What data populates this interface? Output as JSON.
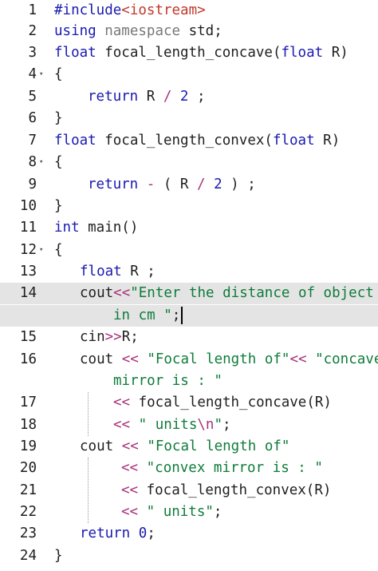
{
  "editor": {
    "lines": [
      {
        "n": "1",
        "t": [
          {
            "s": "#include",
            "c": "pp"
          },
          {
            "s": "<iostream>",
            "c": "inc"
          }
        ]
      },
      {
        "n": "2",
        "t": [
          {
            "s": "using",
            "c": "kw"
          },
          {
            "s": " "
          },
          {
            "s": "namespace",
            "c": "ns"
          },
          {
            "s": " std;"
          }
        ]
      },
      {
        "n": "3",
        "t": [
          {
            "s": "float",
            "c": "kw"
          },
          {
            "s": " focal_length_concave("
          },
          {
            "s": "float",
            "c": "kw"
          },
          {
            "s": " R)"
          }
        ]
      },
      {
        "n": "4",
        "fold": true,
        "t": [
          {
            "s": "{"
          }
        ]
      },
      {
        "n": "5",
        "t": [
          {
            "s": "return",
            "c": "kw"
          },
          {
            "s": " R "
          },
          {
            "s": "/",
            "c": "op"
          },
          {
            "s": " "
          },
          {
            "s": "2",
            "c": "num"
          },
          {
            "s": " ;"
          }
        ]
      },
      {
        "n": "6",
        "t": [
          {
            "s": "}"
          }
        ]
      },
      {
        "n": "7",
        "t": [
          {
            "s": "float",
            "c": "kw"
          },
          {
            "s": " focal_length_convex("
          },
          {
            "s": "float",
            "c": "kw"
          },
          {
            "s": " R)"
          }
        ]
      },
      {
        "n": "8",
        "fold": true,
        "t": [
          {
            "s": "{"
          }
        ]
      },
      {
        "n": "9",
        "t": [
          {
            "s": "return",
            "c": "kw"
          },
          {
            "s": " "
          },
          {
            "s": "-",
            "c": "op"
          },
          {
            "s": " ( R "
          },
          {
            "s": "/",
            "c": "op"
          },
          {
            "s": " "
          },
          {
            "s": "2",
            "c": "num"
          },
          {
            "s": " ) ;"
          }
        ]
      },
      {
        "n": "10",
        "t": [
          {
            "s": "}"
          }
        ]
      },
      {
        "n": "11",
        "t": [
          {
            "s": "int",
            "c": "kw"
          },
          {
            "s": " main()"
          }
        ]
      },
      {
        "n": "12",
        "fold": true,
        "t": [
          {
            "s": "{"
          }
        ]
      },
      {
        "n": "13",
        "t": [
          {
            "s": "float",
            "c": "kw"
          },
          {
            "s": " R ;"
          }
        ]
      },
      {
        "n": "14",
        "t": [
          {
            "s": "cout"
          },
          {
            "s": "<<",
            "c": "op"
          },
          {
            "s": "\"Enter the distance of object",
            "c": "str"
          }
        ]
      },
      {
        "n": "",
        "t": [
          {
            "s": "in cm \"",
            "c": "str"
          },
          {
            "s": ";"
          }
        ]
      },
      {
        "n": "15",
        "t": [
          {
            "s": "cin"
          },
          {
            "s": ">>",
            "c": "op"
          },
          {
            "s": "R;"
          }
        ]
      },
      {
        "n": "16",
        "t": [
          {
            "s": "cout "
          },
          {
            "s": "<<",
            "c": "op"
          },
          {
            "s": " "
          },
          {
            "s": "\"Focal length of\"",
            "c": "str"
          },
          {
            "s": "<<",
            "c": "op"
          },
          {
            "s": " "
          },
          {
            "s": "\"concave",
            "c": "str"
          }
        ]
      },
      {
        "n": "",
        "t": [
          {
            "s": "mirror is : \"",
            "c": "str"
          }
        ]
      },
      {
        "n": "17",
        "t": [
          {
            "s": "<<",
            "c": "op"
          },
          {
            "s": " focal_length_concave(R)"
          }
        ]
      },
      {
        "n": "18",
        "t": [
          {
            "s": "<<",
            "c": "op"
          },
          {
            "s": " "
          },
          {
            "s": "\" units",
            "c": "str"
          },
          {
            "s": "\\n",
            "c": "op"
          },
          {
            "s": "\"",
            "c": "str"
          },
          {
            "s": ";"
          }
        ]
      },
      {
        "n": "19",
        "t": [
          {
            "s": "cout "
          },
          {
            "s": "<<",
            "c": "op"
          },
          {
            "s": " "
          },
          {
            "s": "\"Focal length of\"",
            "c": "str"
          }
        ]
      },
      {
        "n": "20",
        "t": [
          {
            "s": "<<",
            "c": "op"
          },
          {
            "s": " "
          },
          {
            "s": "\"convex mirror is : \"",
            "c": "str"
          }
        ]
      },
      {
        "n": "21",
        "t": [
          {
            "s": "<<",
            "c": "op"
          },
          {
            "s": " focal_length_convex(R)"
          }
        ]
      },
      {
        "n": "22",
        "t": [
          {
            "s": "<<",
            "c": "op"
          },
          {
            "s": " "
          },
          {
            "s": "\" units\"",
            "c": "str"
          },
          {
            "s": ";"
          }
        ]
      },
      {
        "n": "23",
        "t": [
          {
            "s": "return",
            "c": "kw"
          },
          {
            "s": " "
          },
          {
            "s": "0",
            "c": "num"
          },
          {
            "s": ";"
          }
        ]
      },
      {
        "n": "24",
        "t": [
          {
            "s": "}"
          }
        ]
      }
    ]
  }
}
